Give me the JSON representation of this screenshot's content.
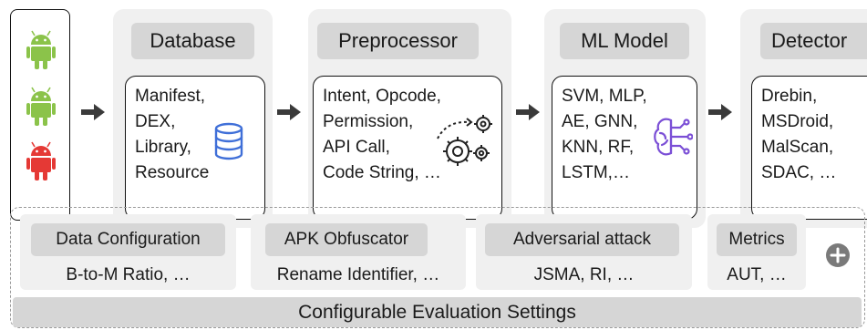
{
  "colors": {
    "android_green": "#8bc34a",
    "android_red": "#e53935",
    "icon_blue": "#3f6fd8",
    "icon_purple": "#7b4fd6"
  },
  "inputs": {
    "apks": [
      {
        "icon": "android-icon",
        "color": "#8bc34a"
      },
      {
        "icon": "android-icon",
        "color": "#8bc34a"
      },
      {
        "icon": "android-icon",
        "color": "#e53935"
      }
    ]
  },
  "stages": [
    {
      "title": "Database",
      "items": [
        "Manifest,",
        "DEX,",
        "Library,",
        "Resource"
      ],
      "icon": "database-icon"
    },
    {
      "title": "Preprocessor",
      "items": [
        "Intent, Opcode,",
        "Permission,",
        "API Call,",
        "Code String, …"
      ],
      "icon": "gears-icon"
    },
    {
      "title": "ML Model",
      "items": [
        "SVM, MLP,",
        "AE, GNN,",
        "KNN, RF,",
        "LSTM,…"
      ],
      "icon": "brain-icon"
    },
    {
      "title": "Detector",
      "items": [
        "Drebin,",
        "MSDroid,",
        "MalScan,",
        "SDAC, …"
      ]
    }
  ],
  "settings": [
    {
      "title": "Data Configuration",
      "value": "B-to-M Ratio, …"
    },
    {
      "title": "APK Obfuscator",
      "value": "Rename Identifier, …"
    },
    {
      "title": "Adversarial attack",
      "value": "JSMA, RI, …"
    },
    {
      "title": "Metrics",
      "value": "AUT, …"
    }
  ],
  "more_icon": "plus-circle-icon",
  "footer": {
    "label": "Configurable Evaluation Settings"
  }
}
